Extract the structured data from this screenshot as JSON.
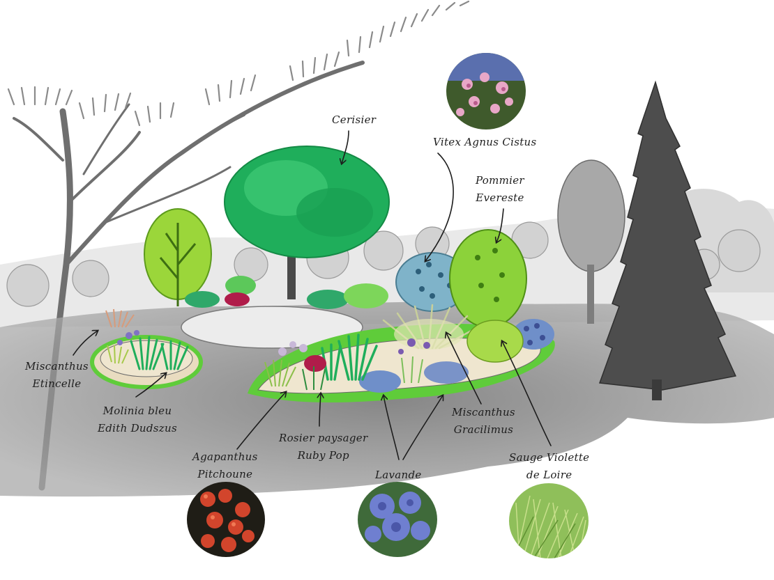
{
  "labels": {
    "cerisier": "Cerisier",
    "vitex": "Vitex Agnus Cistus",
    "pommier_l1": "Pommier",
    "pommier_l2": "Evereste",
    "misc_etincelle_l1": "Miscanthus",
    "misc_etincelle_l2": "Etincelle",
    "molinia_l1": "Molinia bleu",
    "molinia_l2": "Edith Dudszus",
    "rosier_l1": "Rosier paysager",
    "rosier_l2": "Ruby Pop",
    "agapanthus_l1": "Agapanthus",
    "agapanthus_l2": "Pitchoune",
    "lavande": "Lavande",
    "misc_gracilimus_l1": "Miscanthus",
    "misc_gracilimus_l2": "Gracilimus",
    "sauge_l1": "Sauge Violette",
    "sauge_l2": "de Loire"
  },
  "photos": {
    "top": {
      "subject": "pink-magnolia-blossoms-photo"
    },
    "bottom_left": {
      "subject": "red-crabapple-fruit-photo"
    },
    "bottom_center": {
      "subject": "blue-agapanthus-flowers-photo"
    },
    "bottom_right": {
      "subject": "ornamental-grass-photo"
    }
  },
  "colors": {
    "ground": "#8d8d8d",
    "lawn": "#5fcc3a",
    "tree_green": "#1fae5b",
    "lime": "#9bd63a",
    "conifer": "#4a4a4a",
    "lavender": "#6f8fc9",
    "purple": "#7a5bb0",
    "crimson": "#b01c4a"
  }
}
